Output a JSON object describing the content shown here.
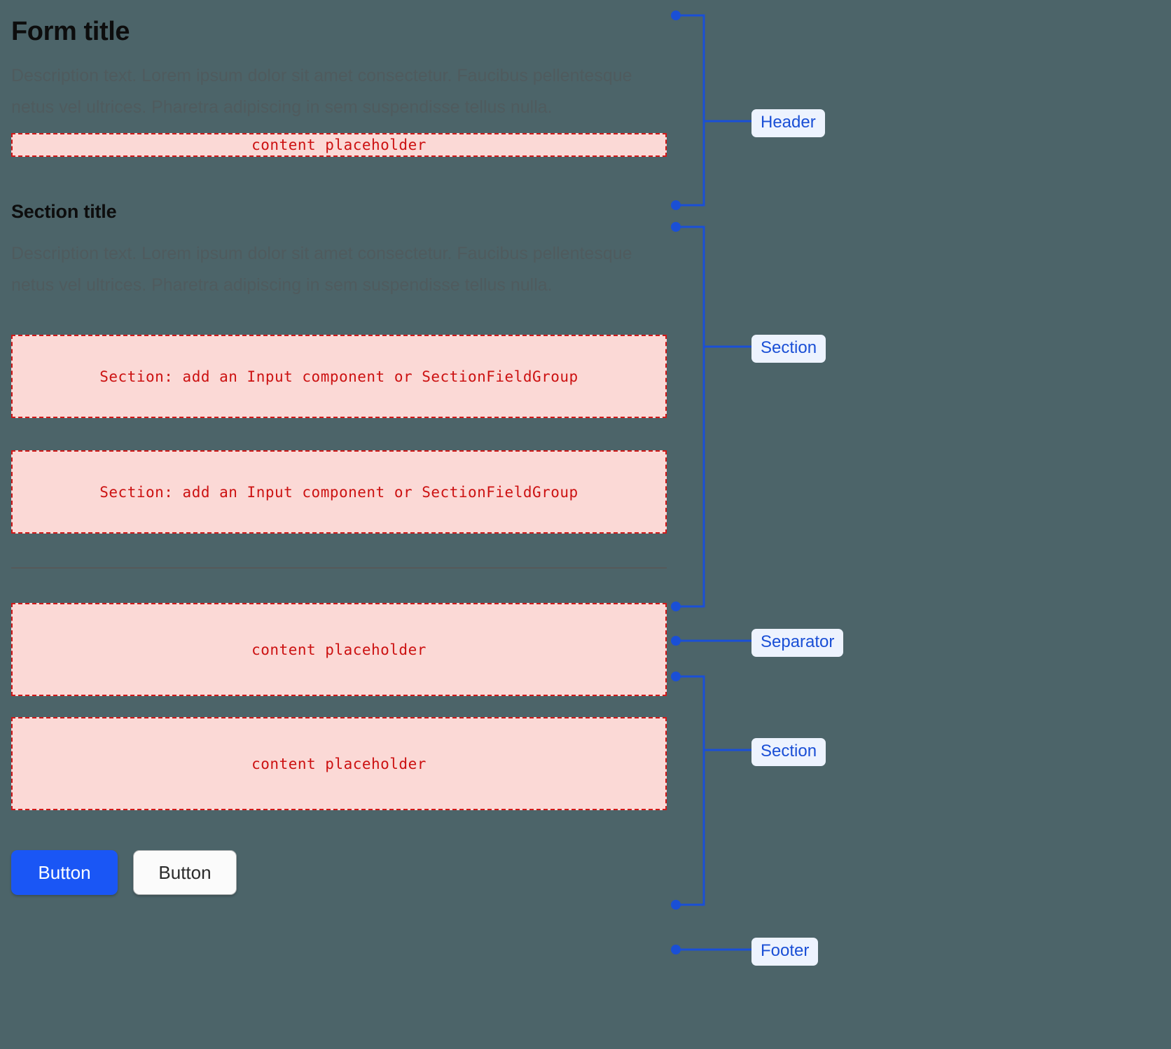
{
  "theme": {
    "background": "#4c6469",
    "accent_blue": "#1a56f5",
    "annotation_blue": "#1a4fd6",
    "badge_background": "#edf3fe",
    "placeholder_fill": "#fbd9d6",
    "placeholder_border": "#d01919",
    "placeholder_text": "#cc1111",
    "title_color": "#0d0d0d",
    "description_color": "#4f5b5e",
    "separator_color": "#55595a"
  },
  "form": {
    "header": {
      "title": "Form title",
      "description": "Description text. Lorem ipsum dolor sit amet consectetur. Faucibus pellentesque netus vel ultrices. Pharetra adipiscing in sem suspendisse tellus nulla.",
      "placeholder": "content placeholder"
    },
    "section_one": {
      "title": "Section title",
      "description": "Description text. Lorem ipsum dolor sit amet consectetur. Faucibus pellentesque netus vel ultrices. Pharetra adipiscing in sem suspendisse tellus nulla.",
      "placeholders": [
        "Section: add an Input component or SectionFieldGroup",
        "Section: add an Input component or SectionFieldGroup"
      ]
    },
    "section_two": {
      "placeholders": [
        "content placeholder",
        "content placeholder"
      ]
    },
    "footer": {
      "primary_button": "Button",
      "secondary_button": "Button"
    }
  },
  "annotations": [
    {
      "label": "Header",
      "kind": "bracket"
    },
    {
      "label": "Section",
      "kind": "bracket"
    },
    {
      "label": "Separator",
      "kind": "line"
    },
    {
      "label": "Section",
      "kind": "bracket"
    },
    {
      "label": "Footer",
      "kind": "line"
    }
  ]
}
